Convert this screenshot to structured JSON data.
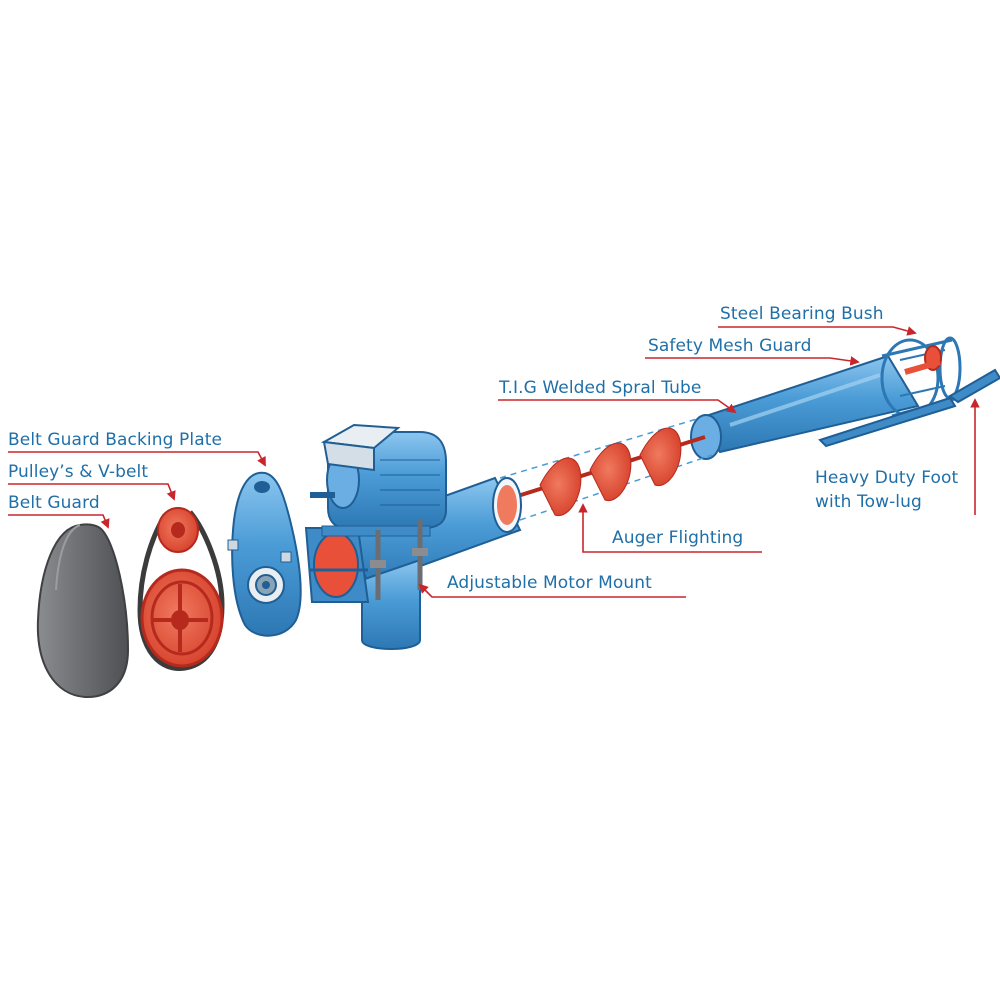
{
  "colors": {
    "blue": "#4a9bd6",
    "blue_dark": "#1f5f95",
    "red": "#e8503a",
    "red_dark": "#b52a1d",
    "grey": "#6b6d70",
    "leader": "#c8262d",
    "text": "#1f6fa8"
  },
  "labels": {
    "steel_bearing_bush": "Steel Bearing Bush",
    "safety_mesh_guard": "Safety Mesh Guard",
    "tig_welded_spiral_tube": "T.I.G Welded Spral Tube",
    "belt_guard_backing_plate": "Belt Guard Backing Plate",
    "pulleys_vbelt": "Pulley’s & V-belt",
    "belt_guard": "Belt Guard",
    "heavy_duty_foot_line1": "Heavy Duty Foot",
    "heavy_duty_foot_line2": "with Tow-lug",
    "auger_flighting": "Auger Flighting",
    "adjustable_motor_mount": "Adjustable Motor Mount"
  }
}
